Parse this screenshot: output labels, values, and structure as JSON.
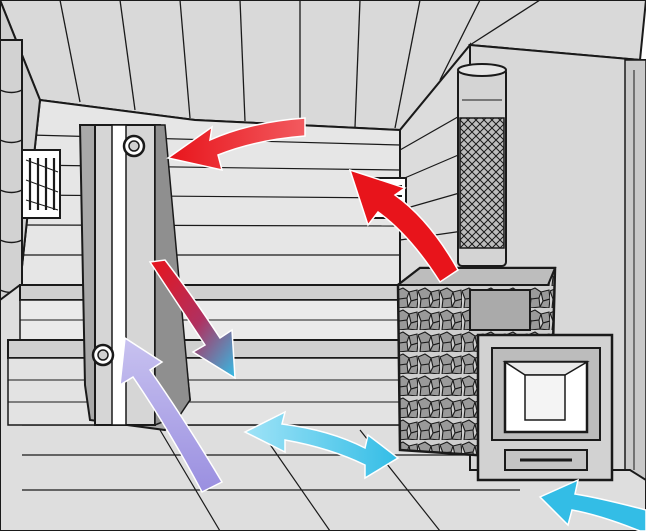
{
  "palette": {
    "wall": "#e2e2e2",
    "wall_dark": "#c9c9c9",
    "ceiling": "#d4d4d4",
    "floor": "#dadada",
    "outline": "#1a1a1a",
    "stone": "#8a8a8a",
    "hot_air": "#e8141b",
    "cold_air": "#33bde6",
    "cool_air_violet": "#9a8fe0"
  },
  "scene": {
    "room": "sauna-interior",
    "objects": [
      "wood-paneled-walls",
      "ceiling-boards",
      "floor-planks",
      "vent-duct",
      "window-vent-left",
      "small-vent-right",
      "benches",
      "stone-heater",
      "heater-chimney",
      "firebox-door"
    ]
  },
  "airflows": [
    {
      "id": "ceiling-return",
      "kind": "hot",
      "color_key": "hot_air"
    },
    {
      "id": "heater-rise",
      "kind": "hot",
      "color_key": "hot_air"
    },
    {
      "id": "duct-down",
      "kind": "mixed",
      "color_key": "cold_air"
    },
    {
      "id": "duct-intake-up",
      "kind": "cool",
      "color_key": "cool_air_violet"
    },
    {
      "id": "floor-to-heater",
      "kind": "cold",
      "color_key": "cold_air"
    },
    {
      "id": "fresh-air-inlet",
      "kind": "cold",
      "color_key": "cold_air"
    }
  ]
}
